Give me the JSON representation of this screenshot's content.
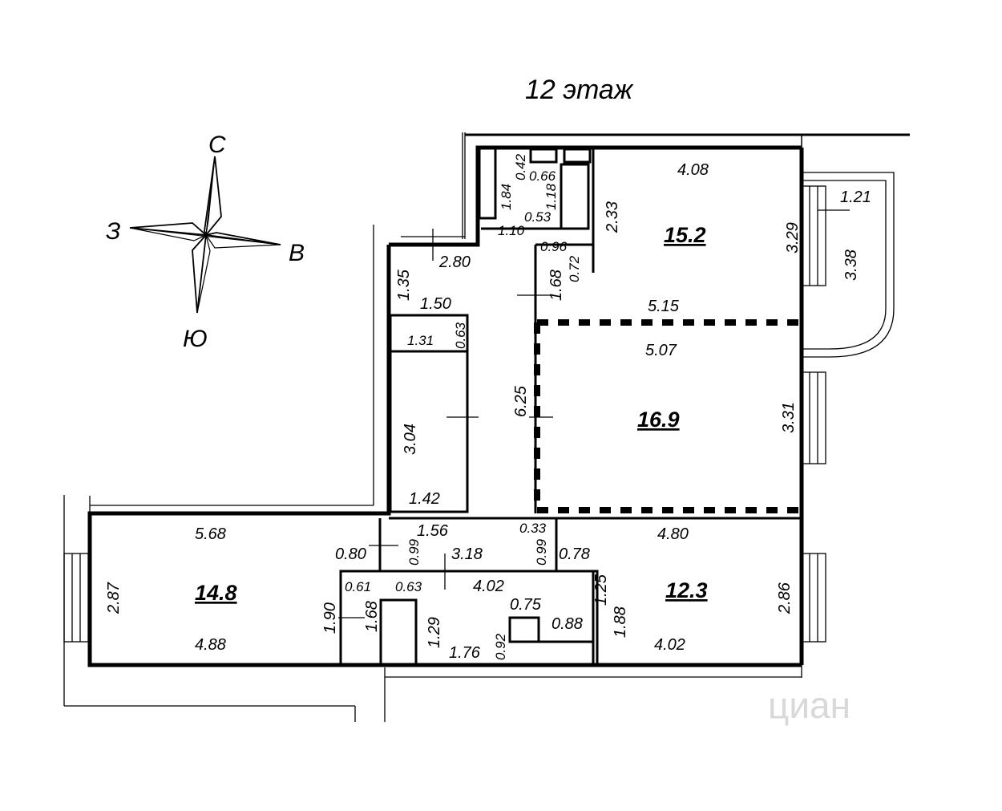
{
  "floor_label": "12 этаж",
  "compass": {
    "north": "С",
    "south": "Ю",
    "west": "З",
    "east": "В"
  },
  "room_areas": {
    "bedroom_ne": "15.2",
    "living_center": "16.9",
    "room_sw": "14.8",
    "room_se": "12.3"
  },
  "dimensions": {
    "d_4_08": "4.08",
    "d_3_29": "3.29",
    "d_5_15": "5.15",
    "d_2_33": "2.33",
    "d_1_21": "1.21",
    "d_3_38": "3.38",
    "d_1_84": "1.84",
    "d_0_42": "0.42",
    "d_0_66": "0.66",
    "d_1_18": "1.18",
    "d_0_53": "0.53",
    "d_1_10": "1.10",
    "d_0_96": "0.96",
    "d_0_72": "0.72",
    "d_2_80": "2.80",
    "d_1_68a": "1.68",
    "d_1_35": "1.35",
    "d_1_50": "1.50",
    "d_1_31": "1.31",
    "d_0_63a": "0.63",
    "d_6_25": "6.25",
    "d_5_07": "5.07",
    "d_3_31": "3.31",
    "d_3_04": "3.04",
    "d_1_42": "1.42",
    "d_1_56": "1.56",
    "d_0_33": "0.33",
    "d_4_80": "4.80",
    "d_0_99a": "0.99",
    "d_0_99b": "0.99",
    "d_0_78": "0.78",
    "d_3_18": "3.18",
    "d_0_80": "0.80",
    "d_5_68": "5.68",
    "d_2_87": "2.87",
    "d_4_88": "4.88",
    "d_0_61": "0.61",
    "d_0_63b": "0.63",
    "d_4_02a": "4.02",
    "d_1_25": "1.25",
    "d_1_88": "1.88",
    "d_2_86": "2.86",
    "d_1_90": "1.90",
    "d_1_68b": "1.68",
    "d_1_29": "1.29",
    "d_0_75": "0.75",
    "d_0_88": "0.88",
    "d_1_76": "1.76",
    "d_0_92": "0.92",
    "d_4_02b": "4.02"
  },
  "watermark": "циан"
}
